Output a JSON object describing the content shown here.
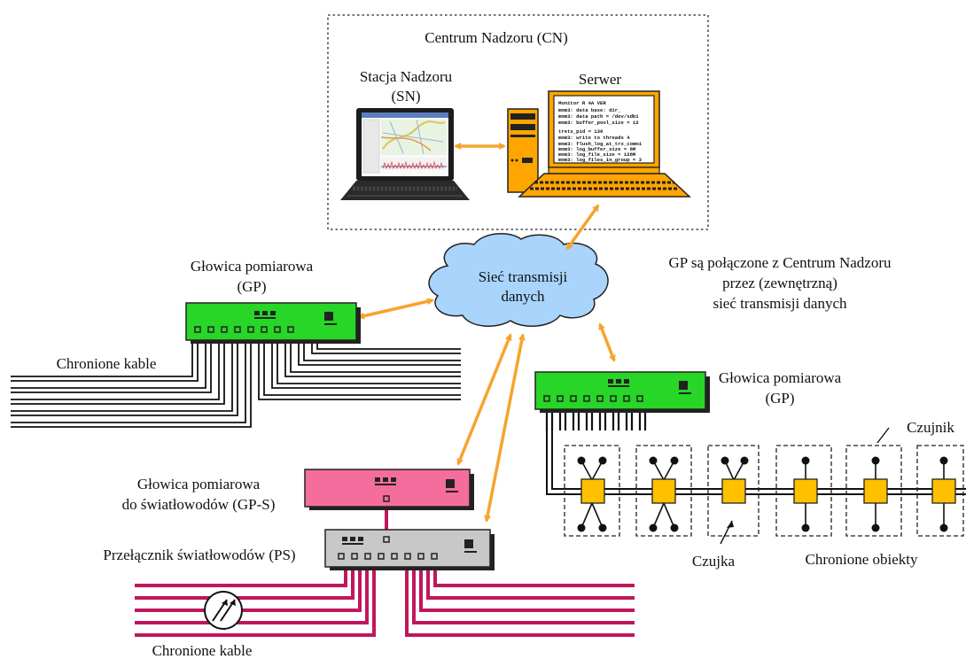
{
  "supervision_center": {
    "title": "Centrum Nadzoru (CN)"
  },
  "station": {
    "line1": "Stacja Nadzoru",
    "line2": "(SN)"
  },
  "server": {
    "label": "Serwer"
  },
  "terminal_lines": [
    "Monitor R 4A  VER",
    "mmm3: data base: dir_",
    "mmm3: data path = /dev/sdb1",
    "mmm3: buffer_pool_size = 12",
    "trets_pid = 130",
    "mmm3: write to threads  4",
    "mmm3: flush_log_at_trx_commi",
    "mmm3: log_buffer_size = 8M",
    "mmm3: log_file_size = 128M",
    "mmm3: log_files_in_group = 3"
  ],
  "network": {
    "line1": "Sieć transmisji",
    "line2": "danych"
  },
  "network_note": {
    "line1": "GP są połączone z Centrum Nadzoru",
    "line2": "przez (zewnętrzną)",
    "line3": "sieć transmisji danych"
  },
  "head_left": {
    "line1": "Głowica pomiarowa",
    "line2": "(GP)"
  },
  "head_right": {
    "line1": "Głowica pomiarowa",
    "line2": "(GP)"
  },
  "head_fiber": {
    "line1": "Głowica pomiarowa",
    "line2": "do światłowodów (GP-S)"
  },
  "switch": {
    "label": "Przełącznik światłowodów (PS)"
  },
  "cables_top": {
    "label": "Chronione kable"
  },
  "cables_bottom": {
    "label": "Chronione kable"
  },
  "sensor": {
    "label": "Czujnik"
  },
  "detector": {
    "label": "Czujka"
  },
  "objects": {
    "label": "Chronione obiekty"
  },
  "colors": {
    "green_device": "#27d627",
    "pink_device": "#f56d9c",
    "gray_device": "#c8c8c8",
    "orange": "#f6a42c",
    "cloud": "#a9d4fb",
    "fiber": "#c0175c",
    "sensor_box": "#ffc000",
    "screen_orange": "#ffa500"
  }
}
